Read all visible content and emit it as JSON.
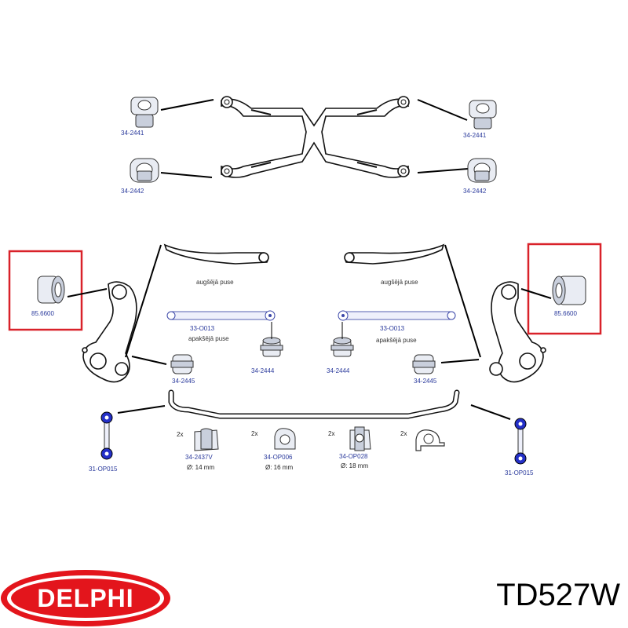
{
  "parts": {
    "p_2441_l": "34-2441",
    "p_2441_r": "34-2441",
    "p_2442_l": "34-2442",
    "p_2442_r": "34-2442",
    "p_6600_l": "85.6600",
    "p_6600_r": "85.6600",
    "p_0013_l": "33-O013",
    "p_0013_r": "33-O013",
    "p_2444_l": "34-2444",
    "p_2444_r": "34-2444",
    "p_2445_l": "34-2445",
    "p_2445_r": "34-2445",
    "p_op015_l": "31-OP015",
    "p_op015_r": "31-OP015",
    "p_2437v": "34-2437V",
    "p_op006": "34-OP006",
    "p_op028": "34-OP028"
  },
  "labels": {
    "upper_side": "augšējā puse",
    "lower_side": "apakšējā puse"
  },
  "quantities": {
    "q1": "2x",
    "q2": "2x",
    "q3": "2x",
    "q4": "2x"
  },
  "diameters": {
    "d14": "Ø: 14 mm",
    "d16": "Ø: 16 mm",
    "d18": "Ø: 18 mm"
  },
  "brand": {
    "name": "DELPHI",
    "color": "#e3151c"
  },
  "product_code": "TD527W",
  "colors": {
    "highlight_box": "#d9222a",
    "part_number": "#2a3a9c"
  }
}
